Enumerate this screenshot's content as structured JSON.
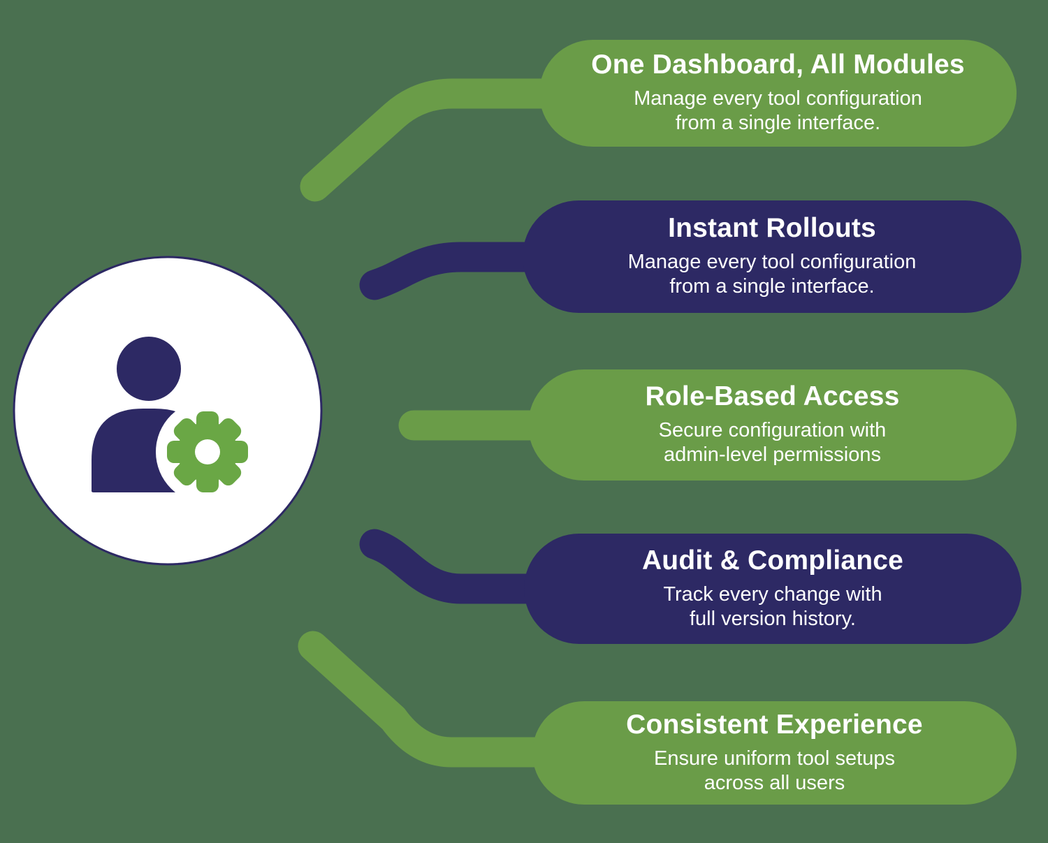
{
  "colors": {
    "background": "#4a7050",
    "green": "#6a9c48",
    "navy": "#2d2964",
    "text": "#ffffff",
    "circle_fill": "#ffffff"
  },
  "center_badge": {
    "icon": "user-gear-icon",
    "person_color": "#2d2964",
    "gear_color": "#6aa745"
  },
  "cards": [
    {
      "color": "green",
      "title": "One Dashboard, All Modules",
      "line1": "Manage every tool configuration",
      "line2": "from a single interface."
    },
    {
      "color": "navy",
      "title": "Instant Rollouts",
      "line1": "Manage every tool configuration",
      "line2": "from a single interface."
    },
    {
      "color": "green",
      "title": "Role-Based Access",
      "line1": "Secure configuration with",
      "line2": "admin-level permissions"
    },
    {
      "color": "navy",
      "title": "Audit & Compliance",
      "line1": "Track every change with",
      "line2": "full version history."
    },
    {
      "color": "green",
      "title": "Consistent Experience",
      "line1": "Ensure uniform tool setups",
      "line2": "across all users"
    }
  ]
}
